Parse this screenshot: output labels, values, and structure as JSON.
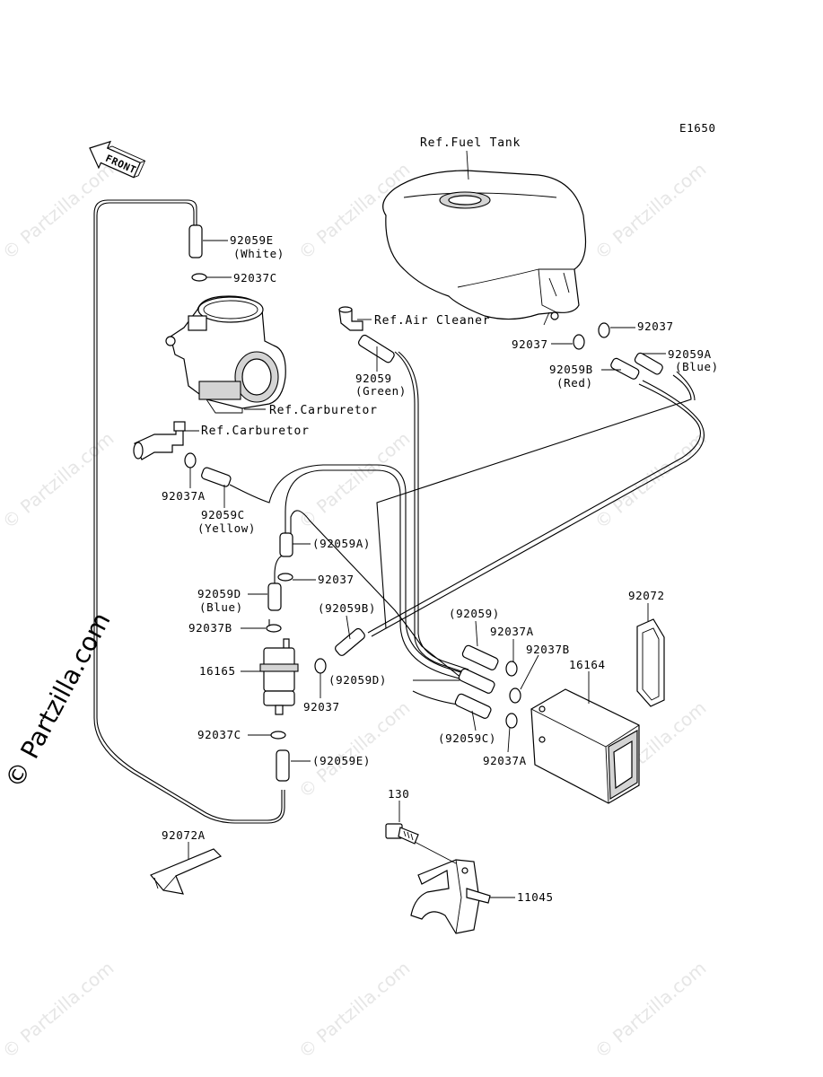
{
  "diagram_code": "E1650",
  "front_label": "FRONT",
  "watermark": "© Partzilla.com",
  "labels": {
    "ref_fuel_tank": "Ref.Fuel Tank",
    "ref_air_cleaner": "Ref.Air Cleaner",
    "ref_carburetor_1": "Ref.Carburetor",
    "ref_carburetor_2": "Ref.Carburetor",
    "p92059E_top": "92059E",
    "p92059E_top_color": "(White)",
    "p92037C_top": "92037C",
    "p92059_green": "92059",
    "p92059_green_color": "(Green)",
    "p92037_tank_upper": "92037",
    "p92037_tank_lower": "92037",
    "p92059A_blue": "92059A",
    "p92059A_blue_color": "(Blue)",
    "p92059B_red": "92059B",
    "p92059B_red_color": "(Red)",
    "p92037A_left": "92037A",
    "p92059C_yellow": "92059C",
    "p92059C_yellow_color": "(Yellow)",
    "p92059A_ref": "(92059A)",
    "p92037_mid": "92037",
    "p92059D_blue": "92059D",
    "p92059D_blue_color": "(Blue)",
    "p92059B_ref": "(92059B)",
    "p92037B_left": "92037B",
    "p16165": "16165",
    "p92037_filter": "92037",
    "p92037C_low": "92037C",
    "p92059E_ref": "(92059E)",
    "p92059_ref": "(92059)",
    "p92037A_right_upper": "92037A",
    "p92037B_right": "92037B",
    "p92059D_ref": "(92059D)",
    "p92059C_ref": "(92059C)",
    "p92037A_right_lower": "92037A",
    "p16164": "16164",
    "p92072": "92072",
    "p92072A": "92072A",
    "p130": "130",
    "p11045": "11045"
  }
}
